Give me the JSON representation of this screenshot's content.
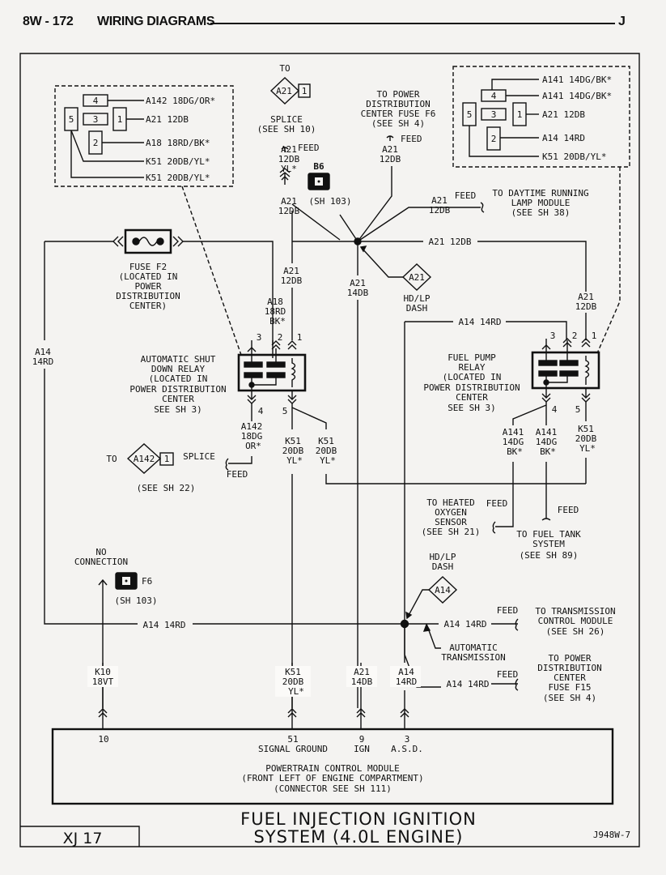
{
  "header": {
    "page_number": "8W - 172",
    "section_title": "WIRING DIAGRAMS",
    "edition_mark": "J"
  },
  "footer": {
    "model_code": "XJ 17",
    "title_line1": "FUEL INJECTION IGNITION",
    "title_line2": "SYSTEM (4.0L ENGINE)",
    "drawing_number": "J948W-7"
  },
  "asd_connector_inset": {
    "cavities": [
      "4",
      "3",
      "1",
      "5",
      "2"
    ],
    "wires": [
      {
        "cavity": "4",
        "label": "A142 18DG/OR*"
      },
      {
        "cavity": "1",
        "label": "A21 12DB"
      },
      {
        "cavity": "2",
        "label": "A18 18RD/BK*"
      },
      {
        "cavity": "5",
        "label": "K51 20DB/YL*"
      },
      {
        "cavity": "5",
        "label": "K51 20DB/YL*"
      }
    ]
  },
  "fp_connector_inset": {
    "cavities": [
      "4",
      "3",
      "1",
      "5",
      "2"
    ],
    "wires": [
      {
        "cavity": "4",
        "label": "A141 14DG/BK*"
      },
      {
        "cavity": "4",
        "label": "A141 14DG/BK*"
      },
      {
        "cavity": "1",
        "label": "A21 12DB"
      },
      {
        "cavity": "2",
        "label": "A14 14RD"
      },
      {
        "cavity": "5",
        "label": "K51 20DB/YL*"
      }
    ]
  },
  "splice_a21": {
    "to": "TO",
    "id": "A21",
    "pin": "1",
    "label": [
      "SPLICE",
      "(SEE SH 10)"
    ],
    "feed": "FEED",
    "wire": [
      "A21",
      "12DB",
      "YL*"
    ],
    "wire_below": [
      "A21",
      "12DB"
    ]
  },
  "connector_b6": {
    "id": "B6",
    "ref": "(SH 103)"
  },
  "pdc_f6": {
    "label": [
      "TO POWER",
      "DISTRIBUTION",
      "CENTER FUSE F6",
      "(SEE SH 4)"
    ],
    "feed": "FEED",
    "wire": [
      "A21",
      "12DB"
    ]
  },
  "drl": {
    "wire": [
      "A21",
      "12DB"
    ],
    "feed": "FEED",
    "label": [
      "TO DAYTIME RUNNING",
      "LAMP MODULE",
      "(SEE SH 38)"
    ]
  },
  "bus_a21_label": "A21 12DB",
  "hdlp_a21": {
    "id": "A21",
    "label": [
      "HD/LP",
      "DASH"
    ]
  },
  "fuse_f2": {
    "label": [
      "FUSE F2",
      "(LOCATED IN",
      "POWER",
      "DISTRIBUTION",
      "CENTER)"
    ]
  },
  "wire_a14_left": [
    "A14",
    "14RD"
  ],
  "wire_a18": [
    "A18",
    "18RD",
    "BK*"
  ],
  "wire_a21_asd": [
    "A21",
    "12DB"
  ],
  "wire_a21_14db": [
    "A21",
    "14DB"
  ],
  "wire_a21_fp": [
    "A21",
    "12DB"
  ],
  "a14_top_label": "A14 14RD",
  "asd_relay": {
    "label": [
      "AUTOMATIC SHUT",
      "DOWN RELAY",
      "(LOCATED IN",
      "POWER DISTRIBUTION",
      "CENTER",
      "SEE SH 3)"
    ],
    "pins_top": [
      "3",
      "2",
      "1"
    ],
    "pins_bottom": [
      "4",
      "5"
    ]
  },
  "fp_relay": {
    "label": [
      "FUEL PUMP",
      "RELAY",
      "(LOCATED IN",
      "POWER DISTRIBUTION",
      "CENTER",
      "SEE SH 3)"
    ],
    "pins_top": [
      "3",
      "2",
      "1"
    ],
    "pins_bottom": [
      "4",
      "5"
    ]
  },
  "wire_a142": [
    "A142",
    "18DG",
    "OR*"
  ],
  "wire_k51_a": [
    "K51",
    "20DB",
    "YL*"
  ],
  "wire_k51_b": [
    "K51",
    "20DB",
    "YL*"
  ],
  "wire_a141_a": [
    "A141",
    "14DG",
    "BK*"
  ],
  "wire_a141_b": [
    "A141",
    "14DG",
    "BK*"
  ],
  "wire_k51_fp": [
    "K51",
    "20DB",
    "YL*"
  ],
  "splice_a142": {
    "to": "TO",
    "id": "A142",
    "pin": "1",
    "label": "SPLICE",
    "feed": "FEED",
    "ref": "(SEE SH 22)"
  },
  "o2_sensor": {
    "feed": "FEED",
    "label": [
      "TO HEATED",
      "OXYGEN",
      "SENSOR",
      "(SEE SH 21)"
    ]
  },
  "fuel_tank": {
    "feed": "FEED",
    "label": [
      "TO FUEL TANK",
      "SYSTEM",
      "(SEE SH 89)"
    ]
  },
  "no_connection": {
    "label": [
      "NO",
      "CONNECTION"
    ]
  },
  "connector_f6": {
    "id": "F6",
    "ref": "(SH 103)"
  },
  "bus_a14_label": "A14 14RD",
  "hdlp_a14": {
    "id": "A14",
    "label": [
      "HD/LP",
      "DASH"
    ]
  },
  "tcm": {
    "wire": "A14 14RD",
    "feed": "FEED",
    "label": [
      "TO TRANSMISSION",
      "CONTROL MODULE",
      "(SEE SH 26)"
    ]
  },
  "auto_trans": {
    "label": [
      "AUTOMATIC",
      "TRANSMISSION"
    ]
  },
  "pdc_f15": {
    "wire": "A14 14RD",
    "feed": "FEED",
    "label": [
      "TO POWER",
      "DISTRIBUTION",
      "CENTER",
      "FUSE F15",
      "(SEE SH 4)"
    ]
  },
  "wire_k10": [
    "K10",
    "18VT"
  ],
  "wire_k51_pcm": [
    "K51",
    "20DB",
    "YL*"
  ],
  "wire_a21_pcm": [
    "A21",
    "14DB"
  ],
  "wire_a14_pcm": [
    "A14",
    "14RD"
  ],
  "pcm": {
    "pins": [
      {
        "num": "10",
        "name": ""
      },
      {
        "num": "51",
        "name": "SIGNAL GROUND"
      },
      {
        "num": "9",
        "name": "IGN"
      },
      {
        "num": "3",
        "name": "A.S.D."
      }
    ],
    "label": [
      "POWERTRAIN CONTROL MODULE",
      "(FRONT LEFT OF ENGINE COMPARTMENT)",
      "(CONNECTOR SEE SH 111)"
    ]
  }
}
